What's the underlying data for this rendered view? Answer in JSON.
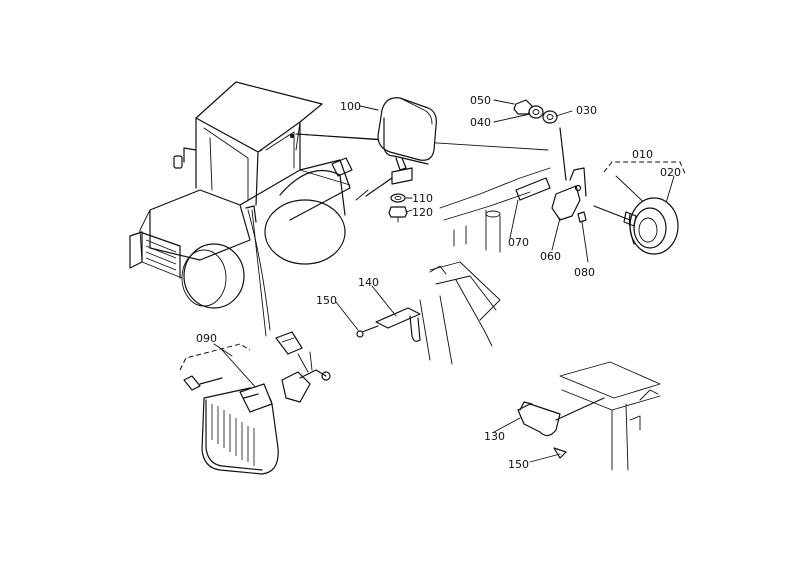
{
  "diagram": {
    "labels": {
      "p010": "010",
      "p020": "020",
      "p030": "030",
      "p040": "040",
      "p050": "050",
      "p060": "060",
      "p070": "070",
      "p080": "080",
      "p090": "090",
      "p100": "100",
      "p110": "110",
      "p120": "120",
      "p130": "130",
      "p140": "140",
      "p150a": "150",
      "p150b": "150"
    }
  }
}
